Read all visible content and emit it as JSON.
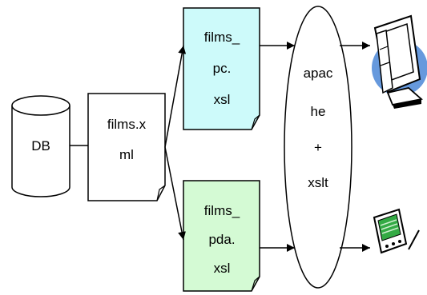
{
  "nodes": {
    "db": {
      "label": "DB"
    },
    "films_xml": {
      "lines": [
        "films.x",
        "ml"
      ]
    },
    "films_pc_xsl": {
      "lines": [
        "films_",
        "pc.",
        "xsl"
      ],
      "fill": "#cdfafa"
    },
    "films_pda_xsl": {
      "lines": [
        "films_",
        "pda.",
        "xsl"
      ],
      "fill": "#d4fad4"
    },
    "processor": {
      "lines": [
        "apac",
        "he",
        "+",
        "xslt"
      ]
    }
  },
  "devices": {
    "pc": {
      "icon": "desktop-computer-icon",
      "accent": "#6699dd"
    },
    "pda": {
      "icon": "pda-handheld-icon",
      "accent": "#33aa44"
    }
  }
}
